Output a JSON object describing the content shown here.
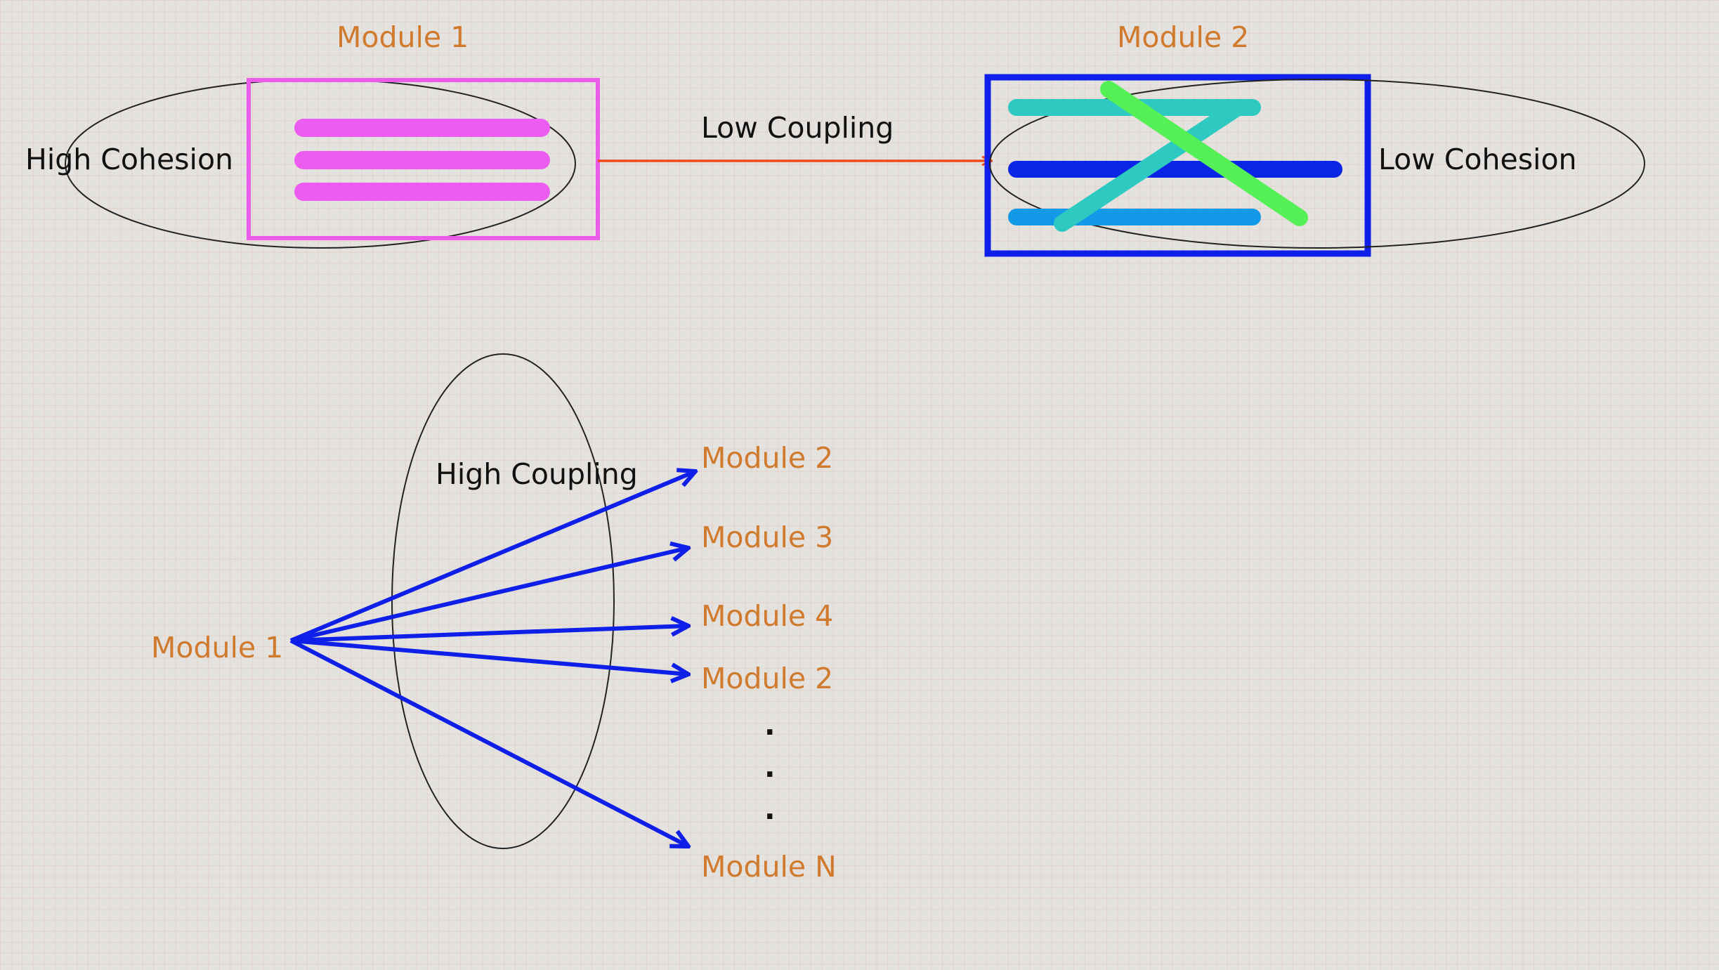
{
  "top": {
    "module1_title": "Module 1",
    "module2_title": "Module 2",
    "high_cohesion_label": "High Cohesion",
    "low_coupling_label": "Low Coupling",
    "low_cohesion_label": "Low Cohesion"
  },
  "bottom": {
    "source_module": "Module 1",
    "high_coupling_label": "High Coupling",
    "targets": [
      "Module 2",
      "Module 3",
      "Module 4",
      "Module 2",
      "Module N"
    ],
    "ellipsis_dots": [
      ".",
      ".",
      "."
    ]
  },
  "colors": {
    "module_text": "#d07a2e",
    "module1_box": "#ea5ce9",
    "module1_bars": "#ed5cf0",
    "module2_box": "#0d1fe8",
    "low_coupling_arrow": "#f04a1a",
    "high_coupling_arrows": "#0d1fe8",
    "teal_bar": "#2ec9c1",
    "green_bar": "#55f056",
    "blue_bar": "#0a25e6",
    "light_blue_bar": "#129ae8"
  },
  "icons": {
    "arrowhead": "arrowhead-icon"
  }
}
